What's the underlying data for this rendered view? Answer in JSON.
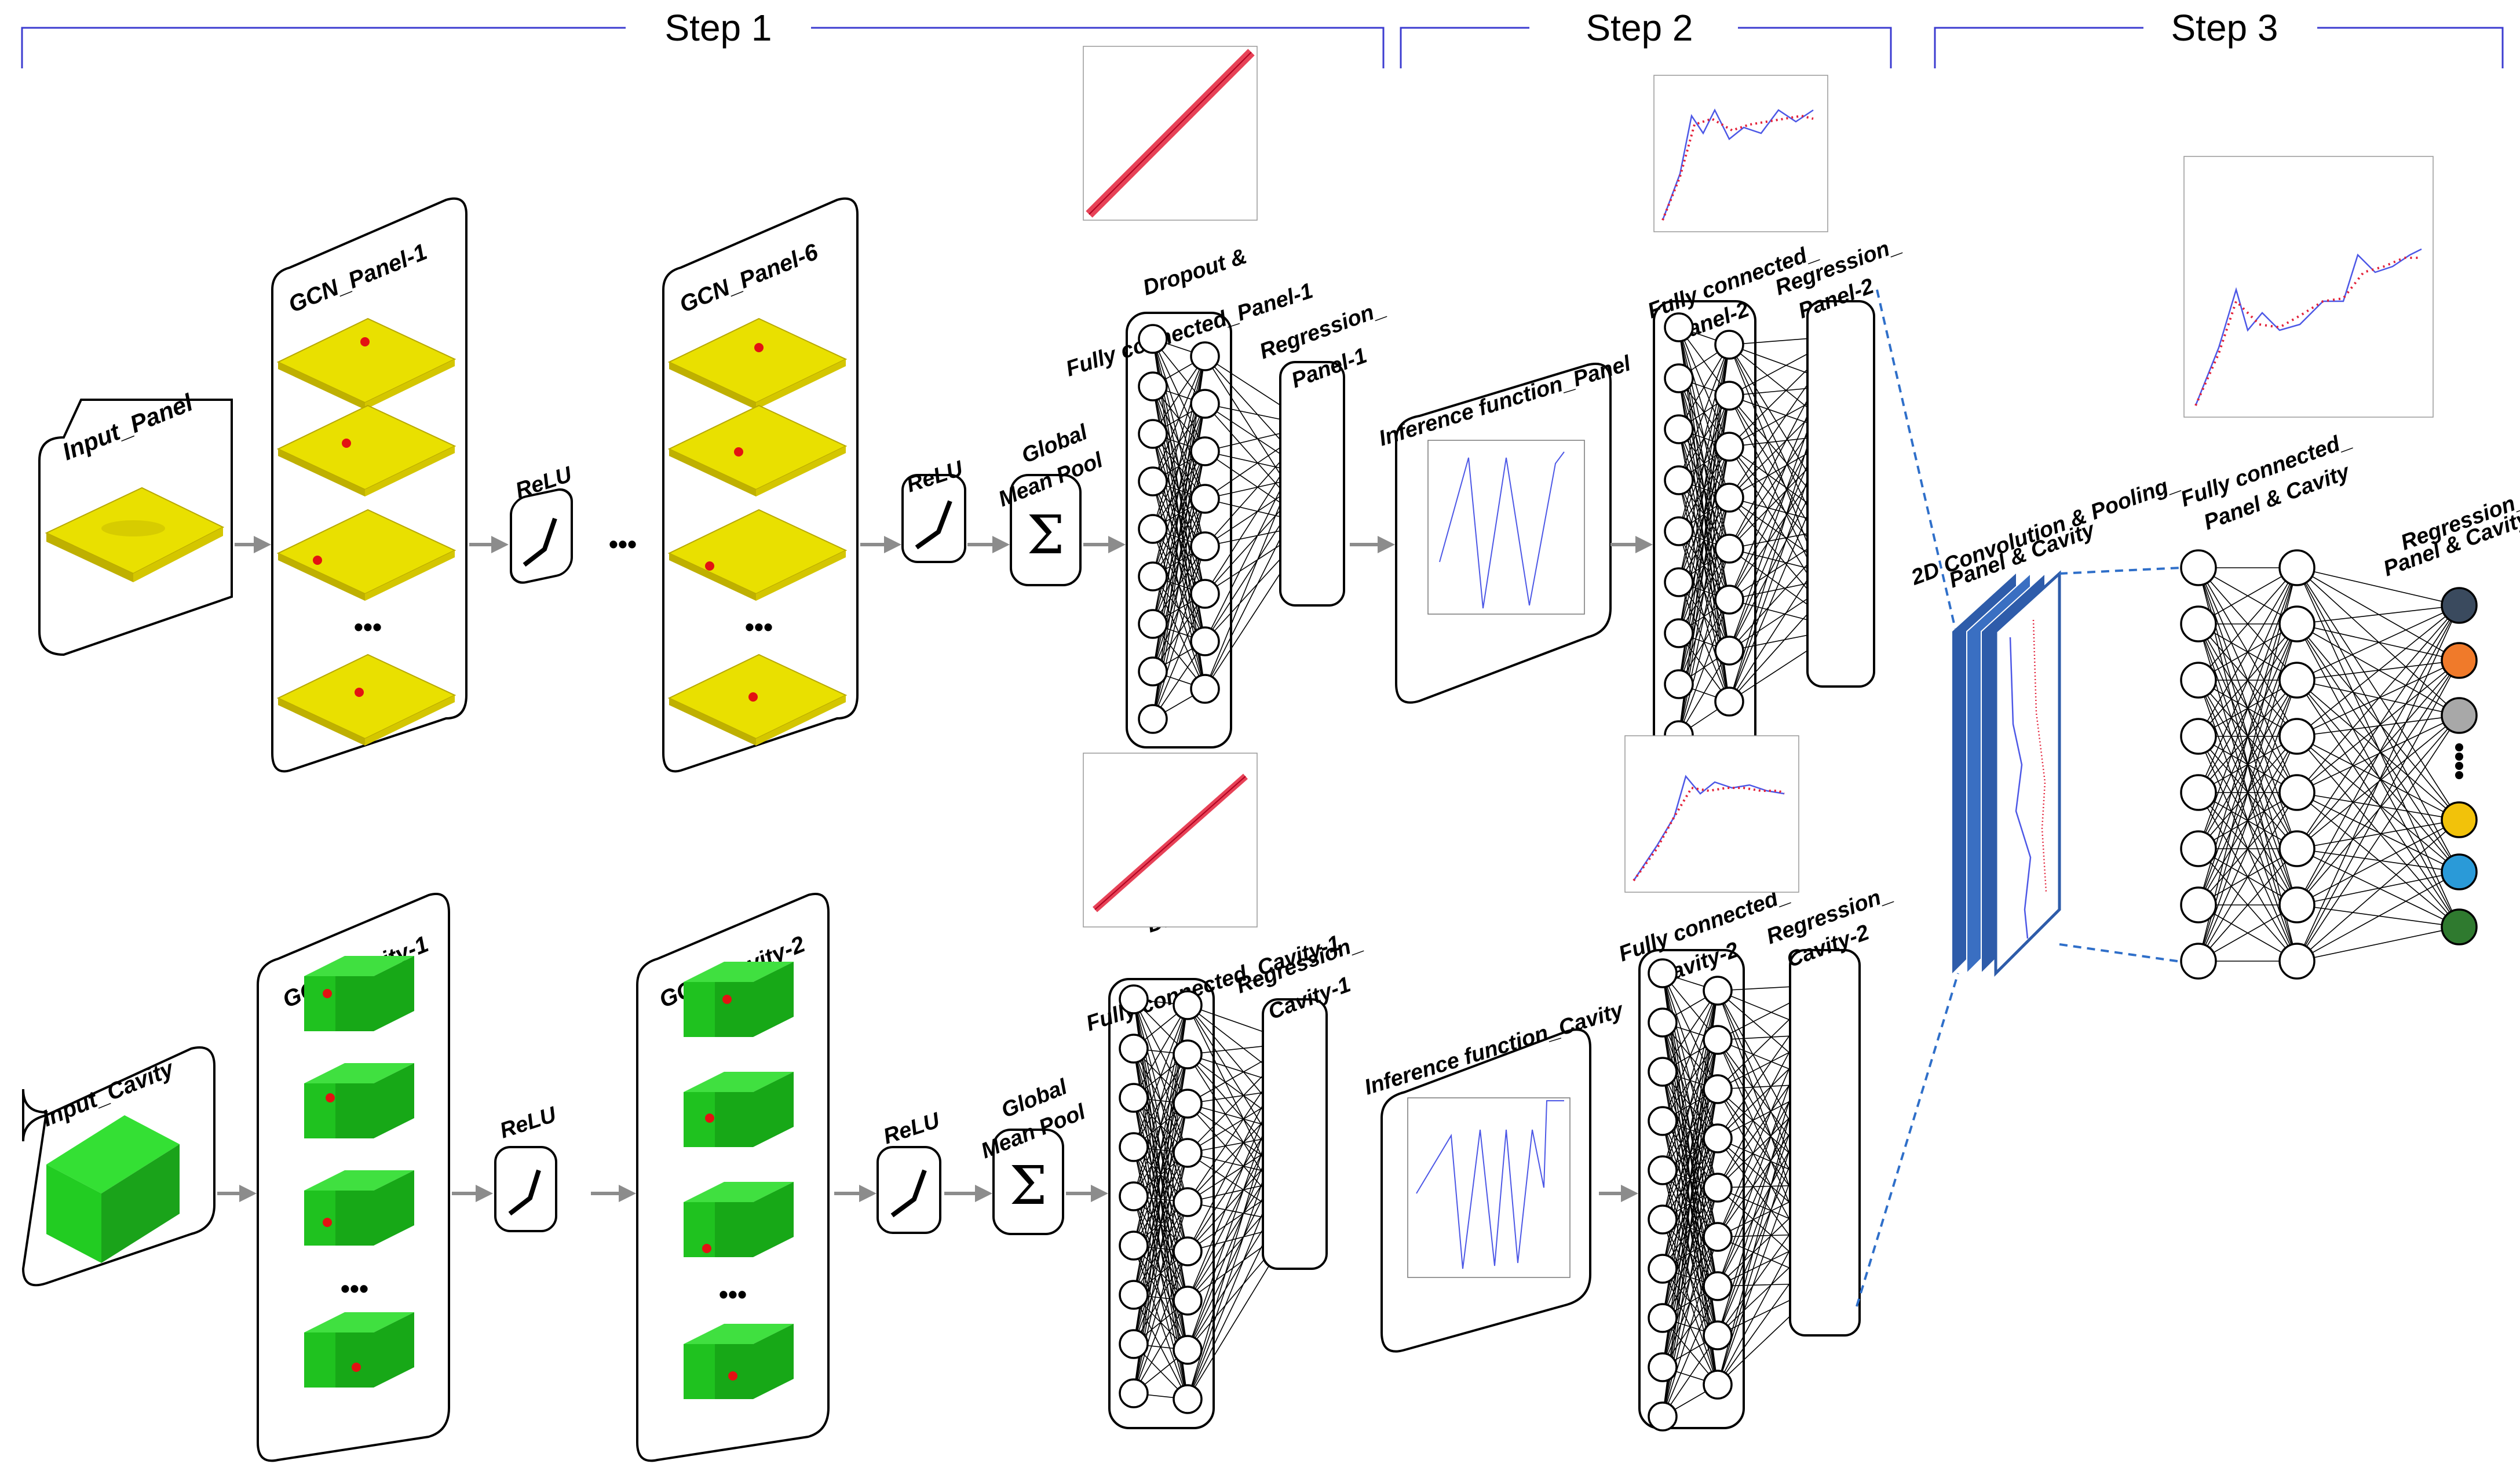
{
  "steps": [
    "Step 1",
    "Step 2",
    "Step 3"
  ],
  "panel": {
    "input": "Input_Panel",
    "gcn1": "GCN_Panel-1",
    "gcn6": "GCN_Panel-6",
    "relu1": "ReLU",
    "relu2": "ReLU",
    "gmp": [
      "Global",
      "Mean Pool"
    ],
    "fc1": [
      "Dropout &",
      "Fully connected_Panel-1"
    ],
    "reg1": [
      "Regression_",
      "Panel-1"
    ],
    "inference": "Inference function_Panel",
    "fc2": [
      "Fully connected_",
      "Panel-2"
    ],
    "reg2": [
      "Regression_",
      "Panel-2"
    ]
  },
  "cavity": {
    "input": "Input_Cavity",
    "gcn1": "GCN_Cavity-1",
    "gcn2": "GCN_Cavity-2",
    "relu1": "ReLU",
    "relu2": "ReLU",
    "gmp": [
      "Global",
      "Mean Pool"
    ],
    "fc1": [
      "Dropout &",
      "Fully connected_Cavity-1"
    ],
    "reg1": [
      "Regression_",
      "Cavity-1"
    ],
    "inference": "Inference function_Cavity",
    "fc2": [
      "Fully connected_",
      "Cavity-2"
    ],
    "reg2": [
      "Regression_",
      "Cavity-2"
    ]
  },
  "step3": {
    "conv": [
      "2D Convolution & Pooling_",
      "Panel & Cavity"
    ],
    "fc": [
      "Fully connected_",
      "Panel & Cavity"
    ],
    "reg": [
      "Regression_",
      "Panel & Cavity"
    ]
  },
  "symbols": {
    "ellipsis": "•••",
    "sum": "Σ"
  },
  "colors": {
    "panel_surface": "#e9e000",
    "cavity_box": "#22cc22",
    "reg_panel1": [
      "#3b8fe0",
      "#f07a2a",
      "#3aa63a"
    ],
    "reg_cavity1": [
      "#3b8fe0",
      "#f07a2a",
      "#5cbf4a",
      "#a8a8a8",
      "#f0e020"
    ],
    "reg_out": [
      "#3a4a5e",
      "#f07a2a",
      "#a8a8a8",
      "#f2c20a",
      "#2a9ad8",
      "#2f7a2f"
    ],
    "bracket": "#3c3cd0",
    "dashed": "#2f6fc9"
  }
}
